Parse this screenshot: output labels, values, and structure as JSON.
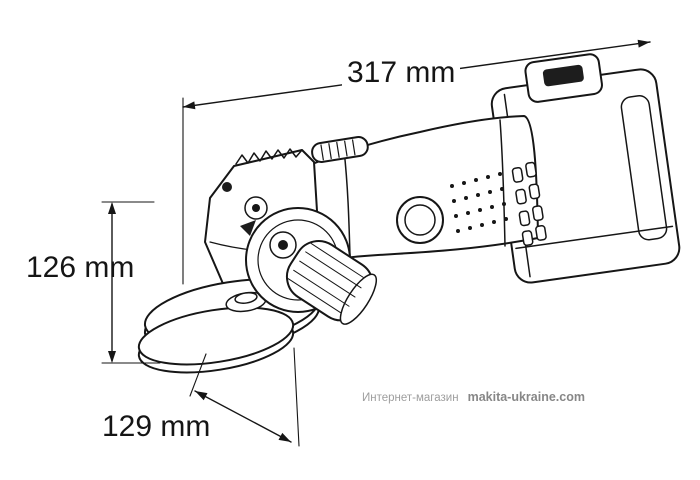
{
  "illustration": {
    "name": "cordless-angle-grinder-line-drawing",
    "parts": [
      "gear-housing",
      "grinding-disc",
      "wheel-guard",
      "spindle-hub",
      "side-handle",
      "motor-housing",
      "lock-lever",
      "vent-slots",
      "battery-pack"
    ]
  },
  "dimensions": {
    "length": {
      "label": "317 mm"
    },
    "height": {
      "label": "126 mm"
    },
    "disc": {
      "label": "129 mm"
    }
  },
  "watermark": {
    "prefix": "Интернет-магазин",
    "site": "makita-ukraine.com"
  },
  "colors": {
    "background": "#ffffff",
    "line": "#161616",
    "watermark_prefix": "#9e9e9e",
    "watermark_site": "#878787"
  }
}
